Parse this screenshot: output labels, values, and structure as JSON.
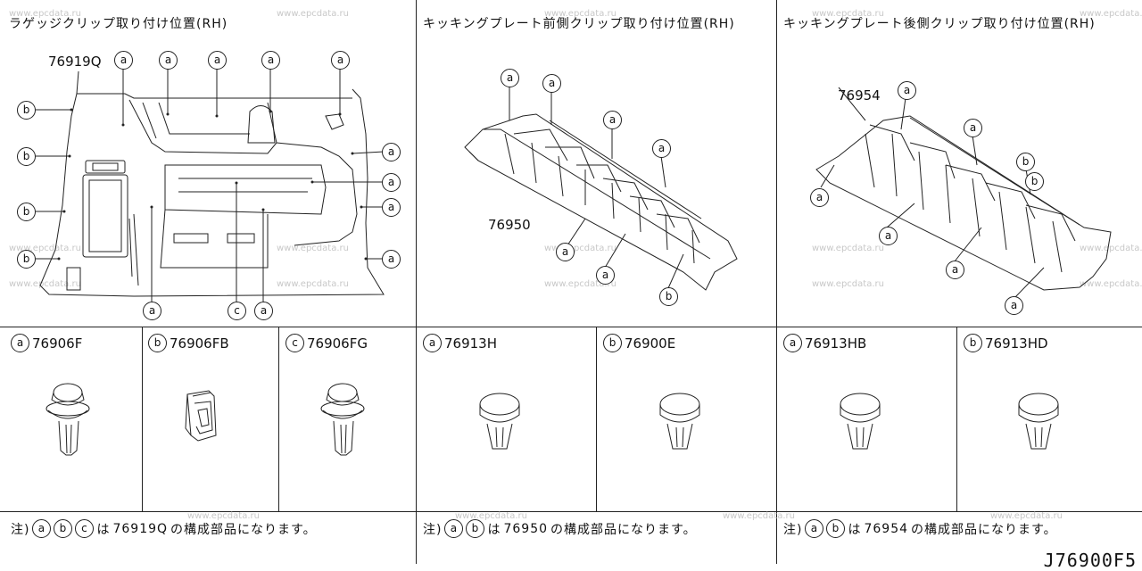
{
  "watermark": "www.epcdata.ru",
  "diagram_code": "J76900F5",
  "panels": {
    "luggage": {
      "title": "ラゲッジクリップ取り付け位置(RH)",
      "part_number": "76919Q"
    },
    "kick_front": {
      "title": "キッキングプレート前側クリップ取り付け位置(RH)",
      "part_number": "76950"
    },
    "kick_rear": {
      "title": "キッキングプレート後側クリップ取り付け位置(RH)",
      "part_number": "76954"
    }
  },
  "callout_letters": {
    "a": "a",
    "b": "b",
    "c": "c"
  },
  "parts": [
    {
      "letter": "a",
      "number": "76906F"
    },
    {
      "letter": "b",
      "number": "76906FB"
    },
    {
      "letter": "c",
      "number": "76906FG"
    },
    {
      "letter": "a",
      "number": "76913H"
    },
    {
      "letter": "b",
      "number": "76900E"
    },
    {
      "letter": "a",
      "number": "76913HB"
    },
    {
      "letter": "b",
      "number": "76913HD"
    }
  ],
  "notes": [
    {
      "prefix": "注)",
      "letters": [
        "a",
        "b",
        "c"
      ],
      "text_pre": "は",
      "part": "76919Q",
      "text_post": "の構成部品になります。"
    },
    {
      "prefix": "注)",
      "letters": [
        "a",
        "b"
      ],
      "text_pre": "は",
      "part": "76950",
      "text_post": "の構成部品になります。"
    },
    {
      "prefix": "注)",
      "letters": [
        "a",
        "b"
      ],
      "text_pre": "は",
      "part": "76954",
      "text_post": "の構成部品になります。"
    }
  ]
}
